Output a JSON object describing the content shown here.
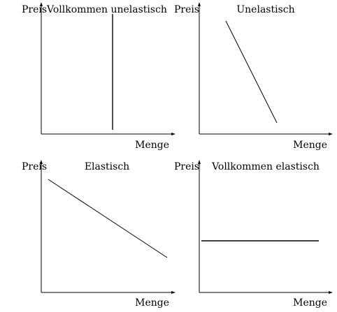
{
  "figure": {
    "panels": [
      {
        "title": "Vollkommen unelastisch",
        "ylabel": "Preis",
        "xlabel": "Menge",
        "curve": {
          "shape": "vertical"
        }
      },
      {
        "title": "Unelastisch",
        "ylabel": "Preis",
        "xlabel": "Menge",
        "curve": {
          "shape": "steep"
        }
      },
      {
        "title": "Elastisch",
        "ylabel": "Preis",
        "xlabel": "Menge",
        "curve": {
          "shape": "flat"
        }
      },
      {
        "title": "Vollkommen elastisch",
        "ylabel": "Preis",
        "xlabel": "Menge",
        "curve": {
          "shape": "horizontal"
        }
      }
    ],
    "colors": {
      "line": "#000000",
      "background": "#ffffff"
    }
  }
}
